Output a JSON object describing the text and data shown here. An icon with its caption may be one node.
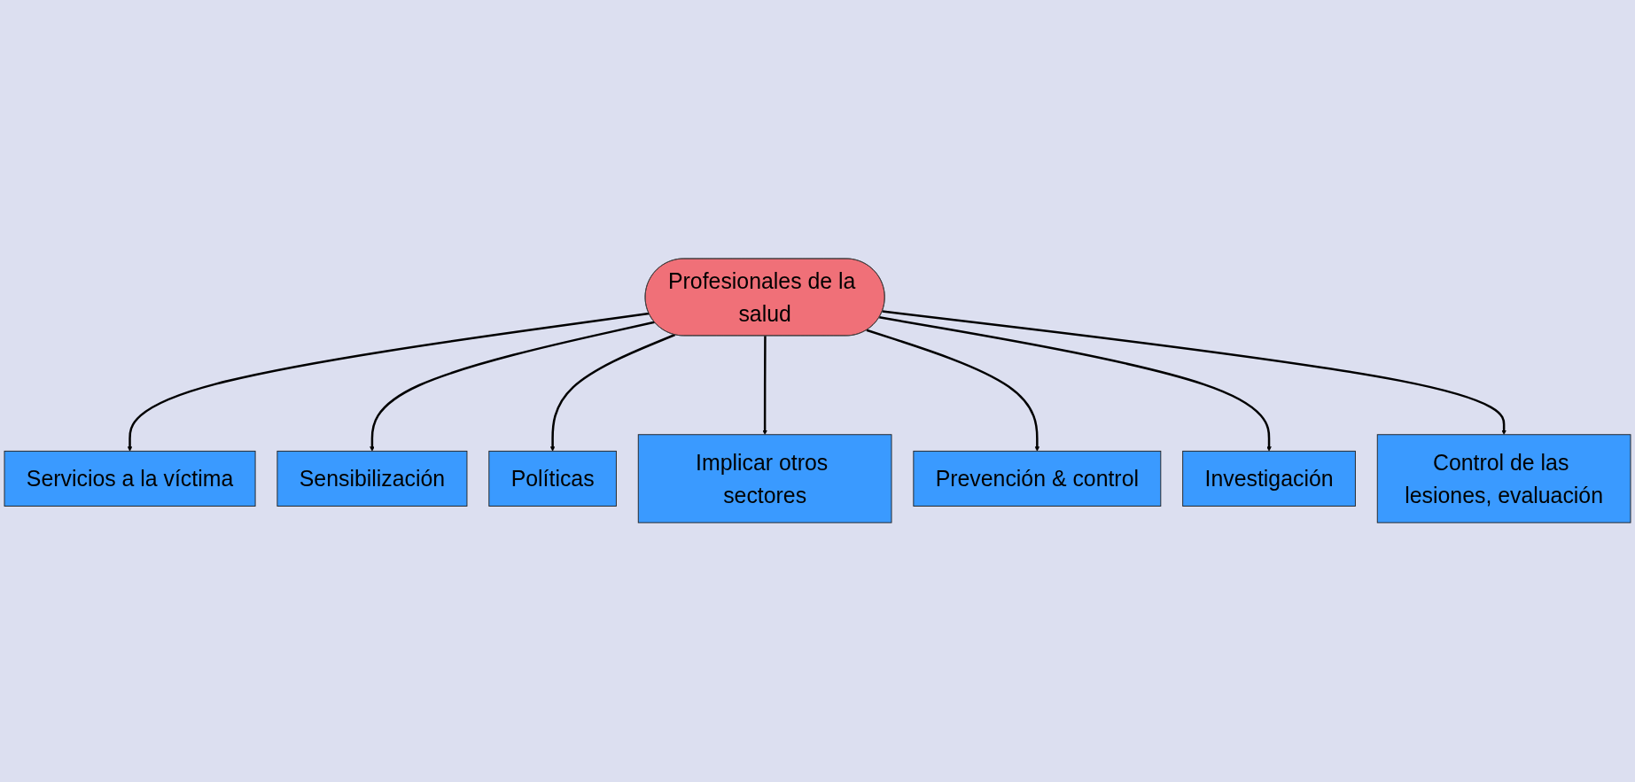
{
  "diagram": {
    "nodes": [
      {
        "text": [
          "Profesionales de la salud"
        ]
      },
      {
        "text": [
          "Servicios a la víctima"
        ]
      },
      {
        "text": [
          "Sensibilización"
        ]
      },
      {
        "text": [
          "Políticas"
        ]
      },
      {
        "text": [
          "Implicar otros sectores"
        ]
      },
      {
        "text": [
          "Prevención & control"
        ]
      },
      {
        "text": [
          "Investigación"
        ]
      },
      {
        "text": [
          "Control de las lesiones, evaluación"
        ]
      }
    ],
    "edges": [
      {
        "from": 0,
        "to": 1,
        "arrow": "to"
      },
      {
        "from": 0,
        "to": 2,
        "arrow": "to"
      },
      {
        "from": 0,
        "to": 3,
        "arrow": "to"
      },
      {
        "from": 0,
        "to": 4,
        "arrow": "to"
      },
      {
        "from": 0,
        "to": 5,
        "arrow": "to"
      },
      {
        "from": 0,
        "to": 6,
        "arrow": "to"
      },
      {
        "from": 0,
        "to": 7,
        "arrow": "to"
      }
    ]
  }
}
